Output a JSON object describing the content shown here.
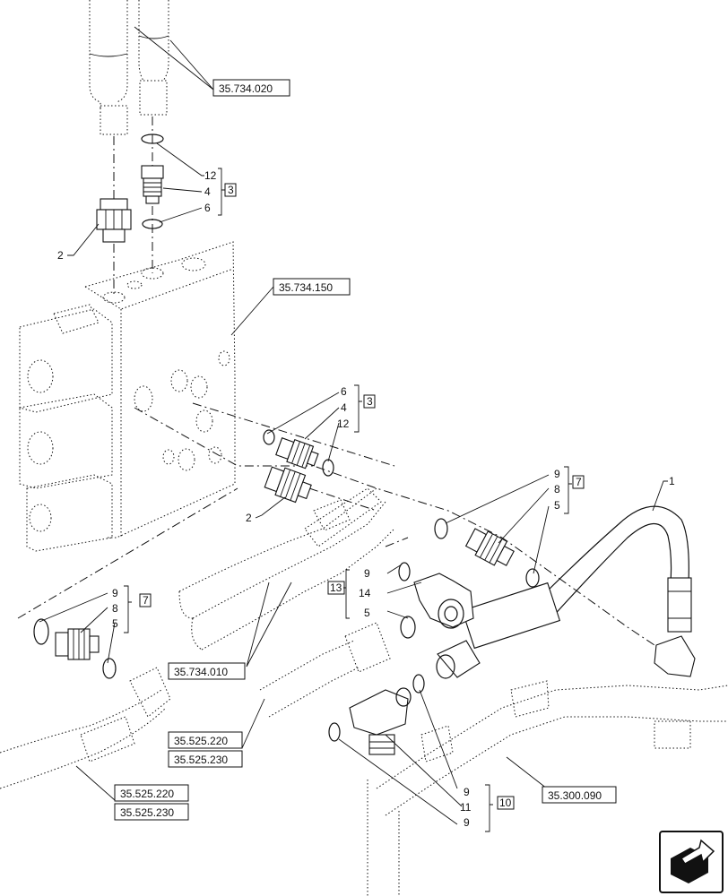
{
  "references": {
    "r1": "35.734.020",
    "r2": "35.734.150",
    "r3": "35.734.010",
    "r4a": "35.525.220",
    "r4b": "35.525.230",
    "r5a": "35.525.220",
    "r5b": "35.525.230",
    "r6": "35.300.090"
  },
  "groups": {
    "g3_top": "3",
    "g3_mid": "3",
    "g7_right": "7",
    "g7_left": "7",
    "g13": "13",
    "g10": "10"
  },
  "callouts": {
    "top_12": "12",
    "top_4": "4",
    "top_6": "6",
    "top_2": "2",
    "mid_6": "6",
    "mid_4": "4",
    "mid_12": "12",
    "mid_2": "2",
    "right_9": "9",
    "right_8": "8",
    "right_5": "5",
    "hose_1": "1",
    "left_9": "9",
    "left_8": "8",
    "left_5": "5",
    "c13_9": "9",
    "c13_14": "14",
    "c13_5": "5",
    "c10_9a": "9",
    "c10_11": "11",
    "c10_9b": "9"
  },
  "icons": {
    "nav": "next-page-arrow-icon"
  }
}
